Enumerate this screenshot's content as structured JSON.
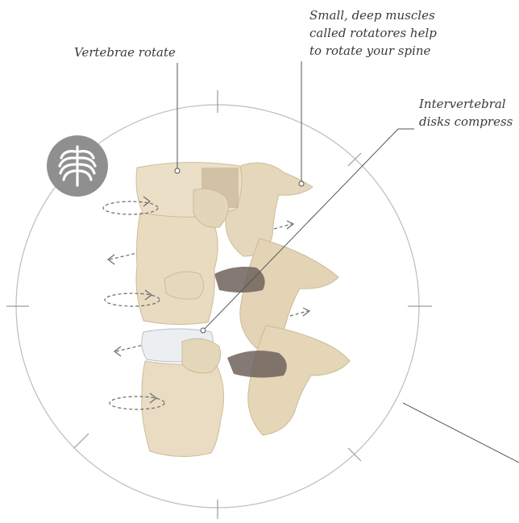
{
  "annotations": {
    "vertebrae_rotate": "Vertebrae rotate",
    "muscles": [
      "Small, deep muscles",
      "called rotatores help",
      "to rotate your spine"
    ],
    "disks": [
      "Intervertebral",
      "disks compress"
    ]
  },
  "icons": {
    "badge": "ribcage-icon"
  },
  "colors": {
    "bone": "#e9dcc3",
    "bone_shadow": "#c9b894",
    "disk": "#eceff2",
    "outline": "#9a9a9a",
    "badge": "#8f8f8f",
    "text": "#3a3a3a"
  }
}
